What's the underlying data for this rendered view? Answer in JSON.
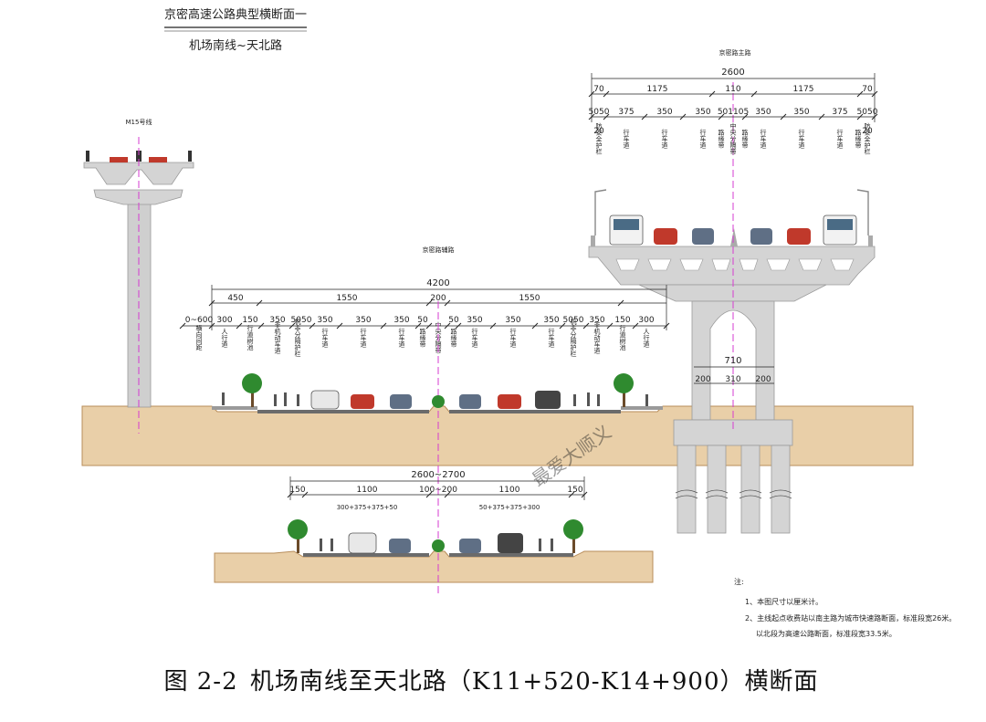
{
  "title": {
    "line1": "京密高速公路典型横断面一",
    "line2": "机场南线~天北路",
    "color": "#c0392b"
  },
  "labels": {
    "m15": "M15号线",
    "main_road": "京密路主路",
    "aux_road": "京密路辅路"
  },
  "main_dims": {
    "total": "2600",
    "row1": [
      "70",
      "1175",
      "110",
      "1175",
      "70"
    ],
    "row2": [
      "5050",
      "375",
      "350",
      "350",
      "501105",
      "350",
      "350",
      "375",
      "5050"
    ],
    "row3": [
      "20",
      "20"
    ],
    "lanes": [
      "防安全护栏",
      "行车道",
      "行车道",
      "行车道",
      "路缘带",
      "中央分隔带",
      "路缘带",
      "行车道",
      "行车道",
      "行车道",
      "路缘带",
      "防安全护栏"
    ],
    "pier": [
      "710",
      "200",
      "310",
      "200"
    ]
  },
  "aux_dims": {
    "total": "4200",
    "row1": [
      "450",
      "1550",
      "200",
      "1550"
    ],
    "row2": [
      "0~600",
      "300",
      "150",
      "350",
      "5050",
      "350",
      "350",
      "350",
      "50",
      "50",
      "350",
      "350",
      "350",
      "5050",
      "350",
      "150",
      "300"
    ],
    "lanes": [
      "横向间距",
      "人行道",
      "行道树池",
      "非机动车道",
      "机非分隔护栏",
      "行车道",
      "行车道",
      "行车道",
      "路缘带",
      "中央分隔带",
      "路缘带",
      "行车道",
      "行车道",
      "行车道",
      "机非分隔护栏",
      "非机动车道",
      "行道树池",
      "人行道"
    ]
  },
  "lower_dims": {
    "total": "2600~2700",
    "row1": [
      "150",
      "1100",
      "100~200",
      "1100",
      "150"
    ],
    "row2": [
      "300+375+375+50",
      "50+375+375+300"
    ]
  },
  "watermark": "最爱大顺义",
  "notes": {
    "title": "注:",
    "items": [
      "1、本图尺寸以厘米计。",
      "2、主线起点收费站以南主路为城市快速路断面，标准段宽26米。",
      "以北段为高速公路断面，标准段宽33.5米。"
    ]
  },
  "caption": {
    "figure": "图 2-2",
    "text": "机场南线至天北路（K11+520-K14+900）横断面"
  },
  "colors": {
    "ground": "#e9cfa8",
    "ground_edge": "#b88d5a",
    "concrete": "#d4d4d4",
    "concrete_dark": "#9a9a9a",
    "asphalt": "#6b6b6b",
    "centerline": "#d63bd1",
    "tree": "#2f8a2f"
  }
}
